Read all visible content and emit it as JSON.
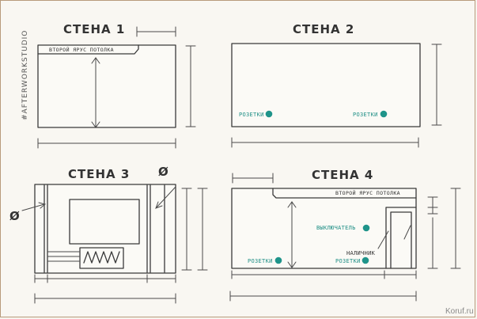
{
  "watermark": "#AFTERWORKSTUDIO",
  "site": "Koruf.ru",
  "walls": {
    "w1": {
      "title": "СТЕНА 1",
      "second_tier": "ВТОРОЙ ЯРУС ПОТОЛКА"
    },
    "w2": {
      "title": "СТЕНА 2",
      "outlet_left": "РОЗЕТКИ",
      "outlet_right": "РОЗЕТКИ"
    },
    "w3": {
      "title": "СТЕНА 3",
      "diameter": "Ø"
    },
    "w4": {
      "title": "СТЕНА 4",
      "second_tier": "ВТОРОЙ ЯРУС ПОТОЛКА",
      "switch": "ВЫКЛЮЧАТЕЛЬ",
      "trim": "НАЛИЧНИК",
      "outlet_left": "РОЗЕТКИ",
      "outlet_right": "РОЗЕТКИ"
    }
  },
  "colors": {
    "accent": "#1f948a",
    "line": "#3a3a3a",
    "frame": "#b89b7c"
  }
}
